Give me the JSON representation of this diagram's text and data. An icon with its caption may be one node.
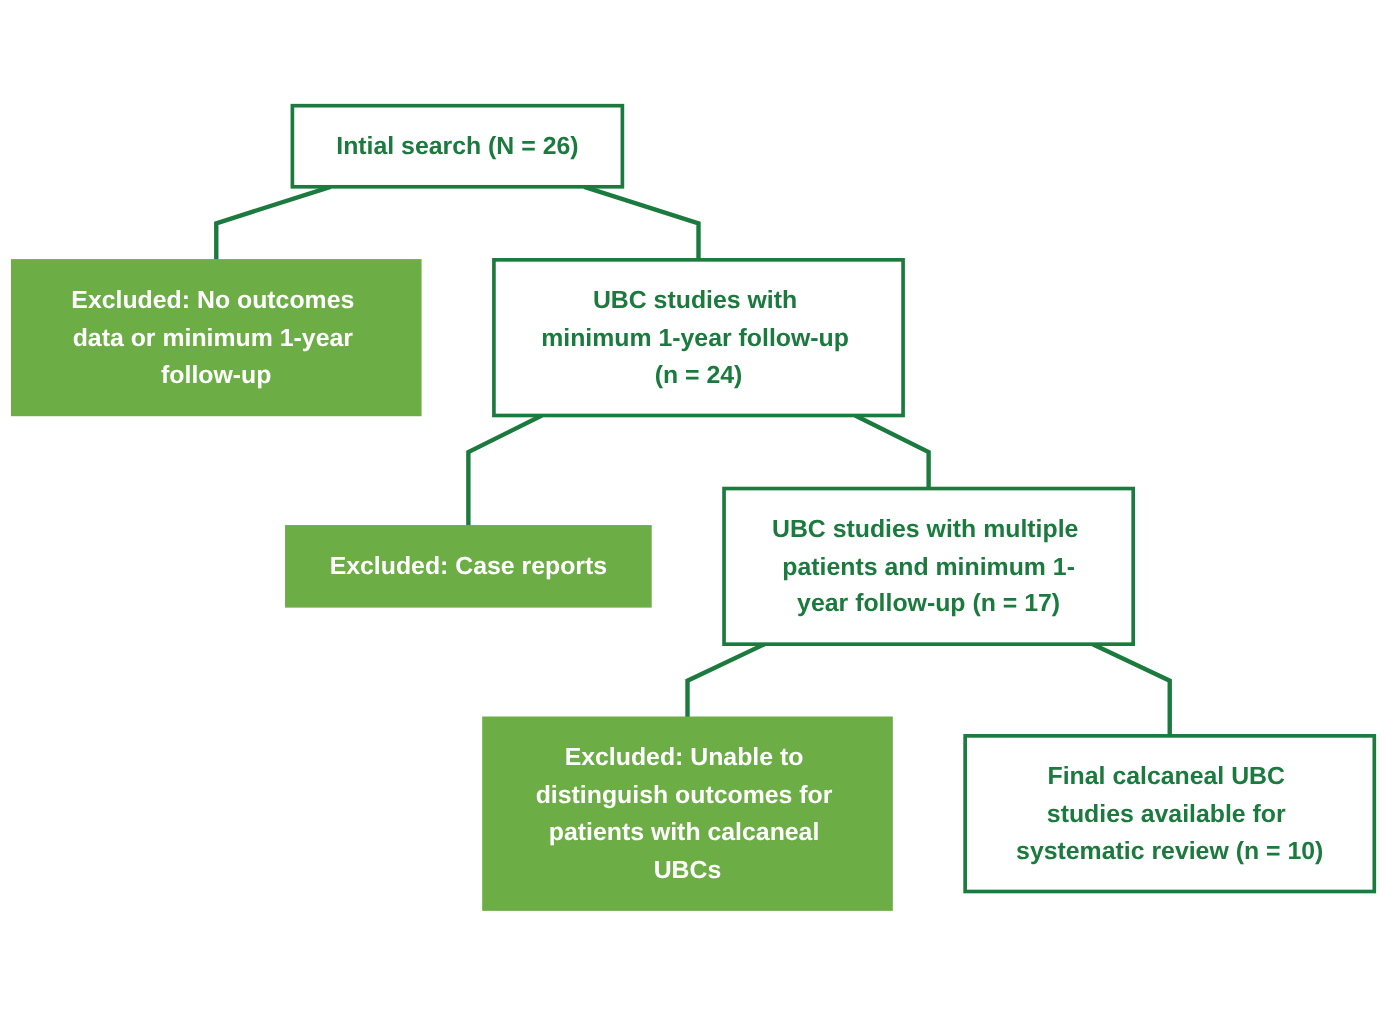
{
  "diagram": {
    "nodes": [
      {
        "text": [
          "Excluded: No outcomes data or minimum 1-year follow-up"
        ]
      },
      {
        "text": [
          "Intial search (N = 26)"
        ]
      },
      {
        "text": [
          "UBC studies with minimum 1-year follow-up (n = 24)"
        ]
      },
      {
        "text": [
          "Excluded: Case reports"
        ]
      },
      {
        "text": [
          "UBC studies with multiple patients and minimum 1-year follow-up (n = 17)"
        ]
      },
      {
        "text": [
          "Excluded: Unable to distinguish outcomes for patients with calcaneal UBCs"
        ]
      },
      {
        "text": [
          "Final calcaneal UBC studies available for systematic review (n = 10)"
        ]
      }
    ],
    "edges": [
      {
        "from": 1,
        "to": 0,
        "arrow": "none"
      },
      {
        "from": 1,
        "to": 2,
        "arrow": "none"
      },
      {
        "from": 2,
        "to": 3,
        "arrow": "none"
      },
      {
        "from": 2,
        "to": 4,
        "arrow": "none"
      },
      {
        "from": 4,
        "to": 5,
        "arrow": "none"
      },
      {
        "from": 4,
        "to": 6,
        "arrow": "none"
      }
    ]
  }
}
